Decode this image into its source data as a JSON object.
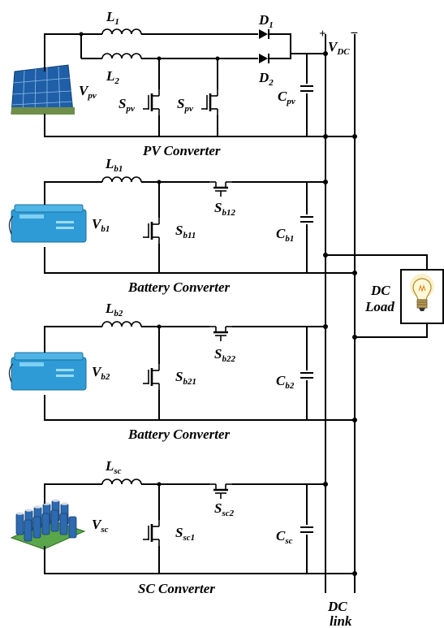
{
  "pv_converter": {
    "caption": "PV Converter",
    "L1": {
      "main": "L",
      "sub": "1"
    },
    "L2": {
      "main": "L",
      "sub": "2"
    },
    "D1": {
      "main": "D",
      "sub": "1"
    },
    "D2": {
      "main": "D",
      "sub": "2"
    },
    "Vpv": {
      "main": "V",
      "sub": "pv"
    },
    "Spv_a": {
      "main": "S",
      "sub": "pv"
    },
    "Spv_b": {
      "main": "S",
      "sub": "pv"
    },
    "Cpv": {
      "main": "C",
      "sub": "pv"
    }
  },
  "battery_converter_1": {
    "caption": "Battery Converter",
    "L": {
      "main": "L",
      "sub": "b1"
    },
    "V": {
      "main": "V",
      "sub": "b1"
    },
    "S_low": {
      "main": "S",
      "sub": "b11"
    },
    "S_high": {
      "main": "S",
      "sub": "b12"
    },
    "C": {
      "main": "C",
      "sub": "b1"
    }
  },
  "battery_converter_2": {
    "caption": "Battery Converter",
    "L": {
      "main": "L",
      "sub": "b2"
    },
    "V": {
      "main": "V",
      "sub": "b2"
    },
    "S_low": {
      "main": "S",
      "sub": "b21"
    },
    "S_high": {
      "main": "S",
      "sub": "b22"
    },
    "C": {
      "main": "C",
      "sub": "b2"
    }
  },
  "sc_converter": {
    "caption": "SC Converter",
    "L": {
      "main": "L",
      "sub": "sc"
    },
    "V": {
      "main": "V",
      "sub": "sc"
    },
    "S_low": {
      "main": "S",
      "sub": "sc1"
    },
    "S_high": {
      "main": "S",
      "sub": "sc2"
    },
    "C": {
      "main": "C",
      "sub": "sc"
    }
  },
  "dc_link": {
    "plus": "+",
    "minus": "−",
    "vdc": {
      "main": "V",
      "sub": "DC"
    },
    "label_line1": "DC",
    "label_line2": "link"
  },
  "dc_load": {
    "line1": "DC",
    "line2": "Load"
  },
  "colors": {
    "wire": "#000000",
    "solar_panel": "#1f5fa8",
    "battery_body": "#2f9bd6",
    "supercap_body": "#2d6ab0",
    "bulb_glow": "#f2c54a"
  }
}
